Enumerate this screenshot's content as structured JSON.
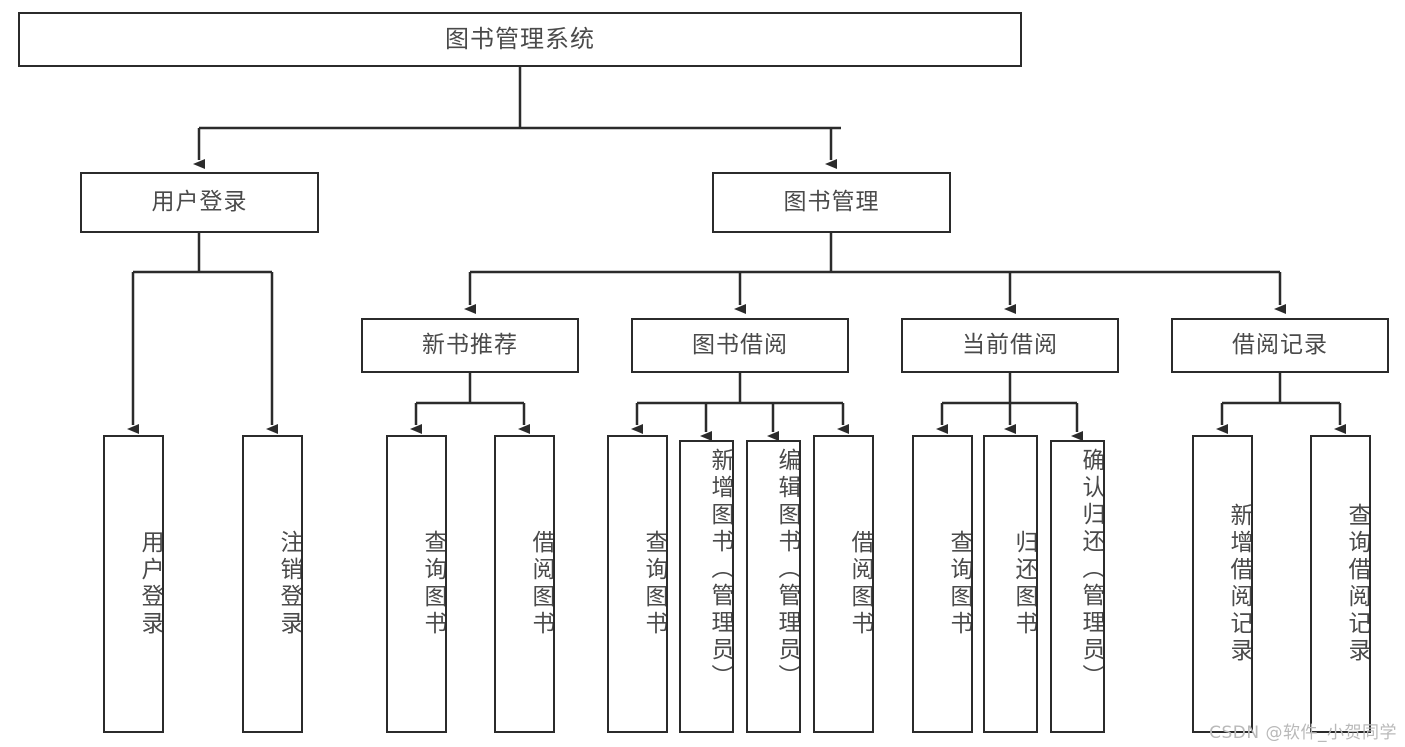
{
  "diagram": {
    "title": "图书管理系统",
    "type": "tree-hierarchy-chart",
    "watermark": "CSDN @软件_小贺同学",
    "colors": {
      "stroke": "#2b2b2b",
      "text": "#4a4a4a",
      "background": "#ffffff",
      "watermark": "#b9b9b9"
    },
    "root": {
      "label": "图书管理系统"
    },
    "level2": [
      {
        "label": "用户登录"
      },
      {
        "label": "图书管理"
      }
    ],
    "level3": [
      {
        "label": "新书推荐"
      },
      {
        "label": "图书借阅"
      },
      {
        "label": "当前借阅"
      },
      {
        "label": "借阅记录"
      }
    ],
    "leaves": {
      "user_login": [
        {
          "label": "用户登录"
        },
        {
          "label": "注销登录"
        }
      ],
      "new_book_recommend": [
        {
          "label": "查询图书"
        },
        {
          "label": "借阅图书"
        }
      ],
      "book_borrow": [
        {
          "label": "查询图书"
        },
        {
          "label": "新增图书（管理员）"
        },
        {
          "label": "编辑图书（管理员）"
        },
        {
          "label": "借阅图书"
        }
      ],
      "current_borrow": [
        {
          "label": "查询图书"
        },
        {
          "label": "归还图书"
        },
        {
          "label": "确认归还（管理员）"
        }
      ],
      "borrow_record": [
        {
          "label": "新增借阅记录"
        },
        {
          "label": "查询借阅记录"
        }
      ]
    }
  }
}
